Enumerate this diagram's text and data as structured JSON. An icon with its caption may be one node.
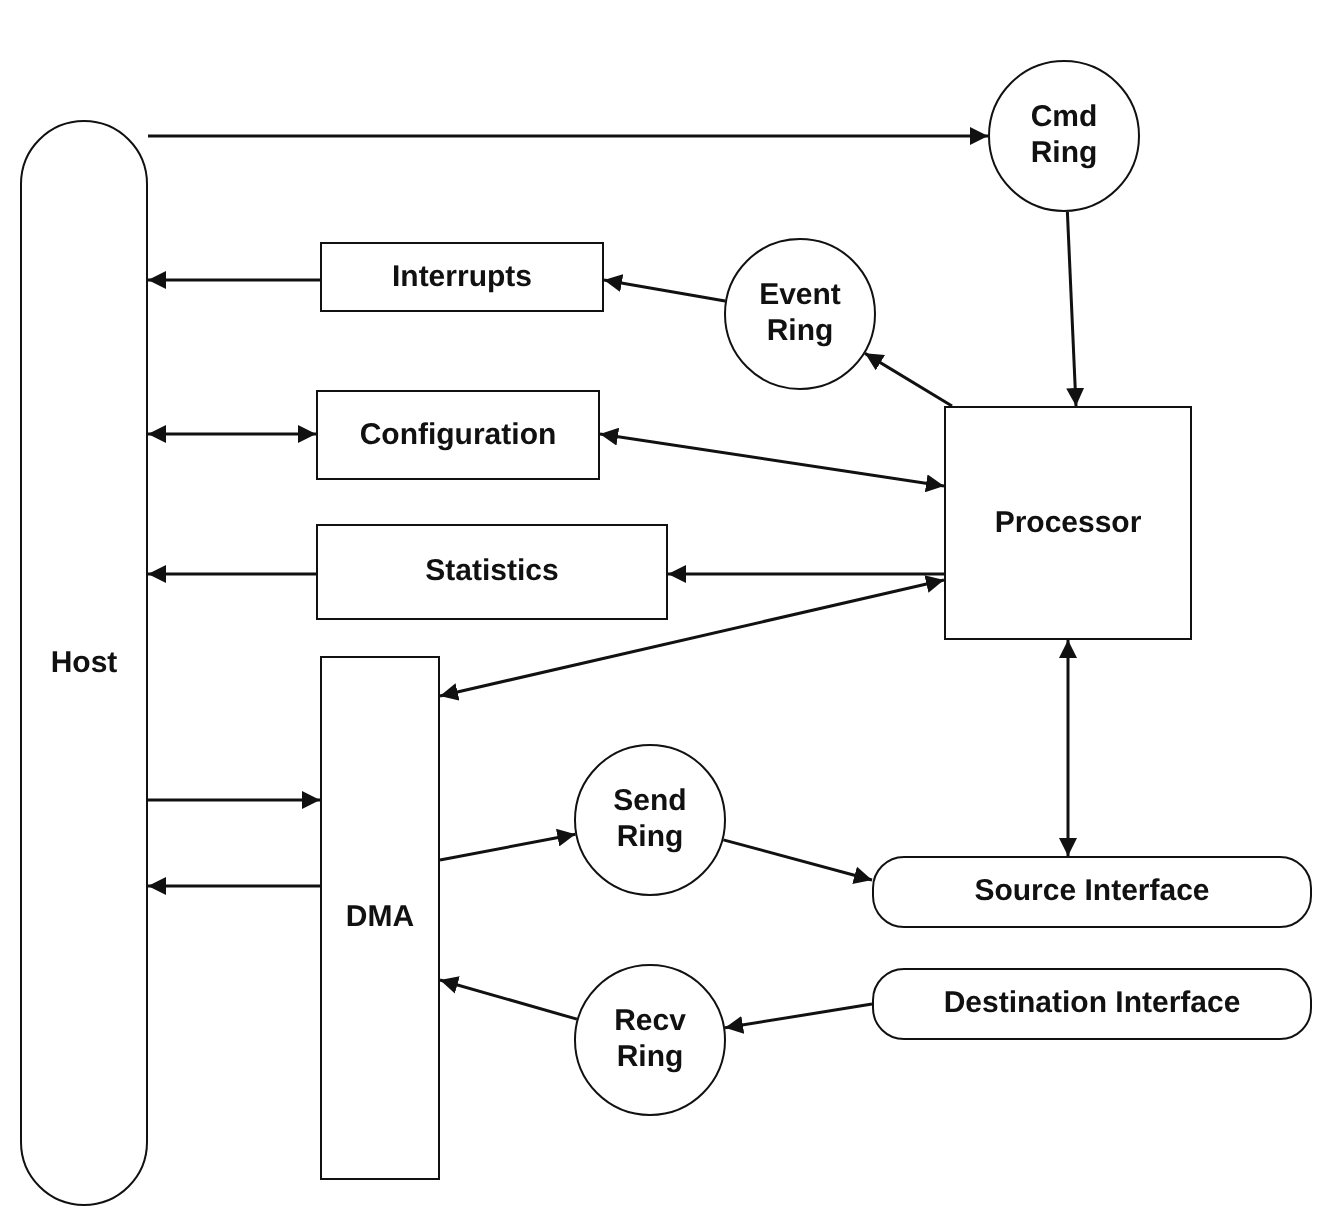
{
  "diagram": {
    "nodes": [
      {
        "text": [
          "Host"
        ]
      },
      {
        "text": [
          "Cmd Ring"
        ]
      },
      {
        "text": [
          "Interrupts"
        ]
      },
      {
        "text": [
          "Event Ring"
        ]
      },
      {
        "text": [
          "Configuration"
        ]
      },
      {
        "text": [
          "Processor"
        ]
      },
      {
        "text": [
          "Statistics"
        ]
      },
      {
        "text": [
          "DMA"
        ]
      },
      {
        "text": [
          "Send Ring"
        ]
      },
      {
        "text": [
          "Source Interface"
        ]
      },
      {
        "text": [
          "Destination Interface"
        ]
      },
      {
        "text": [
          "Recv Ring"
        ]
      }
    ],
    "edges": [
      {
        "from": 0,
        "to": 1,
        "arrow": "to"
      },
      {
        "from": 1,
        "to": 5,
        "arrow": "to"
      },
      {
        "from": 5,
        "to": 3,
        "arrow": "to"
      },
      {
        "from": 3,
        "to": 2,
        "arrow": "to"
      },
      {
        "from": 2,
        "to": 0,
        "arrow": "to"
      },
      {
        "from": 4,
        "to": 0,
        "arrow": "both"
      },
      {
        "from": 4,
        "to": 5,
        "arrow": "both"
      },
      {
        "from": 5,
        "to": 6,
        "arrow": "to"
      },
      {
        "from": 6,
        "to": 0,
        "arrow": "to"
      },
      {
        "from": 5,
        "to": 7,
        "arrow": "both"
      },
      {
        "from": 0,
        "to": 7,
        "arrow": "to"
      },
      {
        "from": 7,
        "to": 0,
        "arrow": "to"
      },
      {
        "from": 7,
        "to": 8,
        "arrow": "to"
      },
      {
        "from": 8,
        "to": 9,
        "arrow": "to"
      },
      {
        "from": 5,
        "to": 9,
        "arrow": "both"
      },
      {
        "from": 10,
        "to": 11,
        "arrow": "to"
      },
      {
        "from": 11,
        "to": 7,
        "arrow": "to"
      }
    ]
  }
}
